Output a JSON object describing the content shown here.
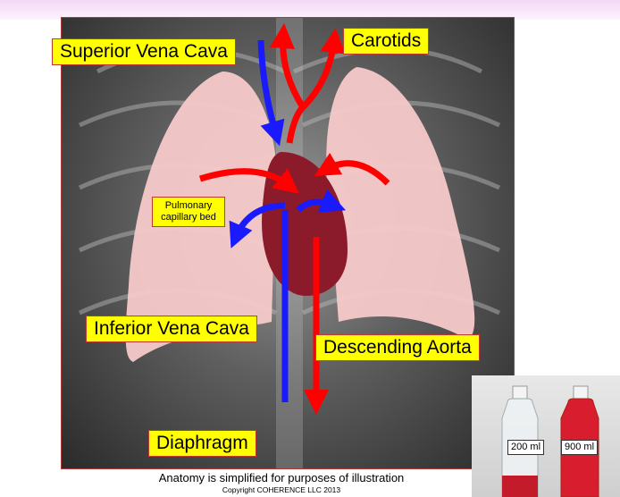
{
  "labels": {
    "superior_vena_cava": "Superior Vena Cava",
    "carotids": "Carotids",
    "pulmonary_capillary_bed": "Pulmonary capillary bed",
    "inferior_vena_cava": "Inferior Vena Cava",
    "descending_aorta": "Descending Aorta",
    "diaphragm": "Diaphragm"
  },
  "caption": "Anatomy is simplified for purposes of illustration",
  "copyright": "Copyright COHERENCE LLC 2013",
  "bottles": {
    "left_label": "200 ml",
    "right_label": "900 ml"
  },
  "colors": {
    "venous": "#1a1aff",
    "arterial": "#ff0000",
    "label_bg": "#ffff00",
    "lung": "#f7c9c9"
  }
}
